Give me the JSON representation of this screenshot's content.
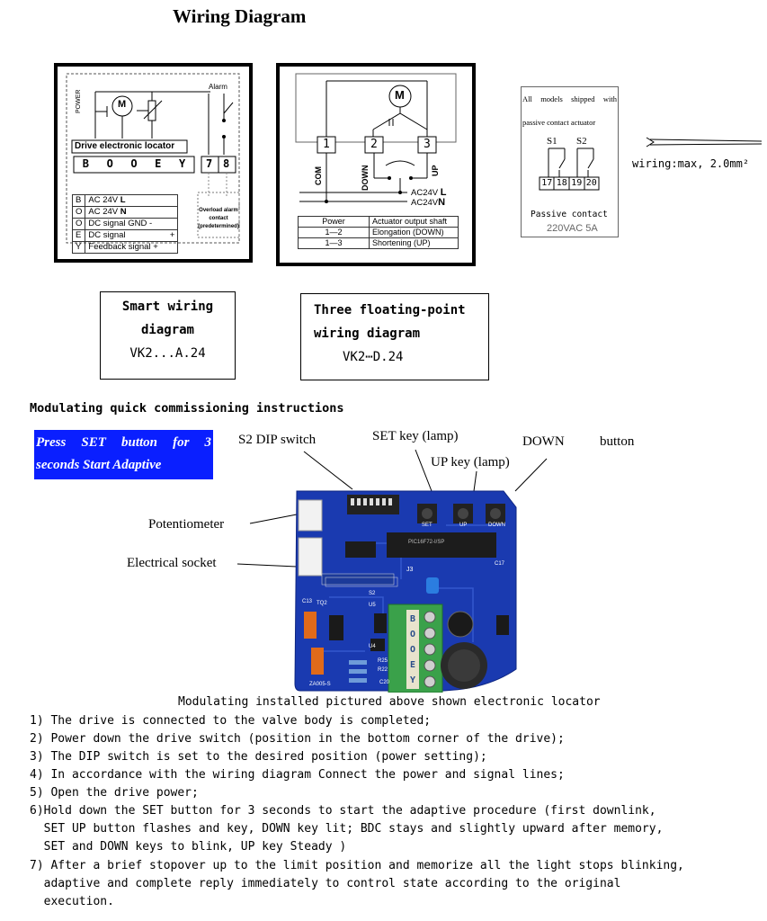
{
  "title": "Wiring Diagram",
  "diagram1": {
    "power_label": "POWER",
    "motor_symbol": "M",
    "alarm_label": "Alarm",
    "locator_label": "Drive electronic locator",
    "terminals": [
      "B",
      "O",
      "O",
      "E",
      "Y",
      "7",
      "8"
    ],
    "legend": [
      {
        "code": "B",
        "desc": "AC 24V",
        "mark": "L"
      },
      {
        "code": "O",
        "desc": "AC 24V",
        "mark": "N"
      },
      {
        "code": "O",
        "desc": "DC signal GND",
        "mark": "-"
      },
      {
        "code": "E",
        "desc": "DC signal",
        "mark": "+"
      },
      {
        "code": "Y",
        "desc": "Feedback signal",
        "mark": "+"
      }
    ],
    "overload_l1": "Overload alarm",
    "overload_l2": "contact",
    "overload_l3": "(predetermined)"
  },
  "diagram2": {
    "motor_symbol": "M",
    "terminals": [
      "1",
      "2",
      "3"
    ],
    "com_label": "COM",
    "down_label": "DOWN",
    "up_label": "UP",
    "ac_l": "AC24V",
    "ac_l_mark": "L",
    "ac_n": "AC24V",
    "ac_n_mark": "N",
    "table_headers": [
      "Power",
      "Actuator output shaft"
    ],
    "table_rows": [
      [
        "1—2",
        "Elongation (DOWN)"
      ],
      [
        "1—3",
        "Shortening (UP)"
      ]
    ]
  },
  "passive": {
    "line1": "All models shipped with",
    "line2": "passive contact actuator",
    "s1": "S1",
    "s2": "S2",
    "terminals": [
      "17",
      "18",
      "19",
      "20"
    ],
    "caption": "Passive contact",
    "rating": "220VAC 5A"
  },
  "cable": {
    "label": "wiring:max, 2.0mm²"
  },
  "caption_smart": [
    "Smart wiring",
    "diagram",
    "VK2...A.24"
  ],
  "caption_float": [
    "Three floating-point",
    "wiring diagram",
    "VK2⋯D.24"
  ],
  "section_heading": "Modulating quick commissioning instructions",
  "set_banner_l1": "Press SET button for 3",
  "set_banner_l2": "seconds Start Adaptive",
  "labels": {
    "dip": "S2 DIP switch",
    "set_key": "SET key (lamp)",
    "down": "DOWN",
    "button": "button",
    "up_key": "UP key (lamp)",
    "pot": "Potentiometer",
    "socket": "Electrical socket"
  },
  "board": {
    "chip": "PIC16F72-I/SP",
    "set": "SET",
    "up": "UP",
    "down": "DOWN",
    "j3": "J3",
    "s2": "S2",
    "u5": "U5",
    "u4": "U4",
    "r25": "R25",
    "r22": "R22",
    "c13": "C13",
    "tq2": "TQ2",
    "c17": "C17",
    "c20": "C20",
    "model": "ZA005-S",
    "terminals": [
      "B",
      "O",
      "O",
      "E",
      "Y"
    ]
  },
  "photo_caption": "Modulating installed pictured above shown electronic locator",
  "steps": [
    "1) The drive is connected to the valve body is completed;",
    "2) Power down the drive switch (position in the bottom corner of the drive);",
    "3) The DIP switch is set to the desired position (power setting);",
    "4) In accordance with the wiring diagram Connect the power and signal lines;",
    "5) Open the drive power;",
    "6)Hold down the SET button for 3 seconds to start the adaptive procedure (first downlink,",
    "  SET UP button flashes and key, DOWN key lit; BDC stays and slightly upward after memory,",
    "  SET and DOWN keys to blink, UP key Steady )",
    "7) After a brief stopover up to the limit position and memorize all the light stops blinking,",
    "  adaptive and complete reply immediately to control state according to the original",
    "  execution."
  ]
}
